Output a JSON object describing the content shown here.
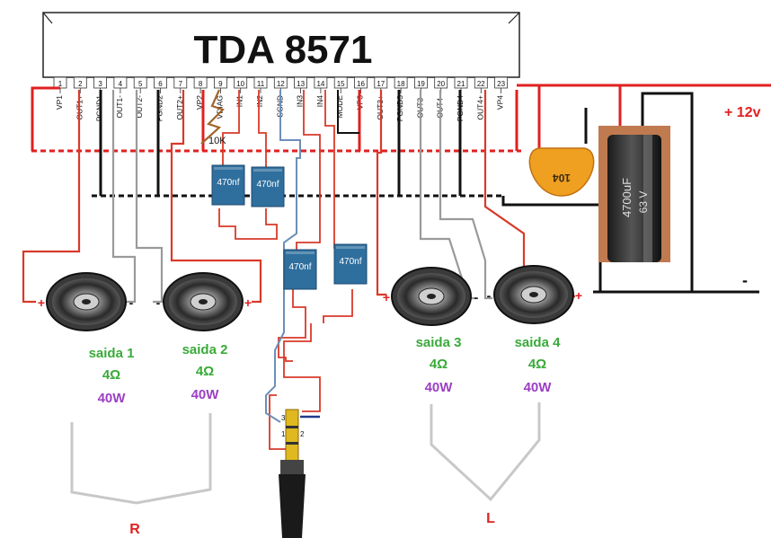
{
  "chip": {
    "title": "TDA 8571"
  },
  "pins": [
    {
      "num": "1",
      "name": "VP1"
    },
    {
      "num": "2",
      "name": "OUT1+"
    },
    {
      "num": "3",
      "name": "PGND1"
    },
    {
      "num": "4",
      "name": "OUT1-"
    },
    {
      "num": "5",
      "name": "OUT2-"
    },
    {
      "num": "6",
      "name": "PGND2"
    },
    {
      "num": "7",
      "name": "OUT2+"
    },
    {
      "num": "8",
      "name": "VP2"
    },
    {
      "num": "9",
      "name": "VDIAG"
    },
    {
      "num": "10",
      "name": "IN1"
    },
    {
      "num": "11",
      "name": "IN2"
    },
    {
      "num": "12",
      "name": "SGND"
    },
    {
      "num": "13",
      "name": "IN3"
    },
    {
      "num": "14",
      "name": "IN4"
    },
    {
      "num": "15",
      "name": "MODE"
    },
    {
      "num": "16",
      "name": "VP3"
    },
    {
      "num": "17",
      "name": "OUT3+"
    },
    {
      "num": "18",
      "name": "PGND3"
    },
    {
      "num": "19",
      "name": "OUT3-"
    },
    {
      "num": "20",
      "name": "OUT4-"
    },
    {
      "num": "21",
      "name": "PGND4"
    },
    {
      "num": "22",
      "name": "OUT4+"
    },
    {
      "num": "23",
      "name": "VP4"
    }
  ],
  "components": {
    "resistor": "10K",
    "capacitors": [
      "470nf",
      "470nf",
      "470nf",
      "470nf"
    ],
    "ceramic_cap": "104",
    "electrolytic": {
      "value": "4700uF",
      "voltage": "63 V"
    }
  },
  "power": {
    "positive": "+ 12v",
    "negative": "-"
  },
  "speakers": [
    {
      "name": "saida 1",
      "impedance": "4Ω",
      "power": "40W",
      "left_pol": "+",
      "right_pol": "-"
    },
    {
      "name": "saida 2",
      "impedance": "4Ω",
      "power": "40W",
      "left_pol": "-",
      "right_pol": "+"
    },
    {
      "name": "saida 3",
      "impedance": "4Ω",
      "power": "40W",
      "left_pol": "+",
      "right_pol": "-"
    },
    {
      "name": "saida 4",
      "impedance": "4Ω",
      "power": "40W",
      "left_pol": "-",
      "right_pol": "+"
    }
  ],
  "jack": {
    "pins": [
      "3",
      "1",
      "2"
    ]
  },
  "channels": {
    "right": "R",
    "left": "L"
  },
  "colors": {
    "red": "#e02020",
    "black": "#111111",
    "grey": "#9a9a9a",
    "blue": "#6c8fb8",
    "cap": "#2f6f9e",
    "green": "#3aaa3a",
    "purple": "#9b3fc2",
    "ceramic": "#f0a020"
  }
}
